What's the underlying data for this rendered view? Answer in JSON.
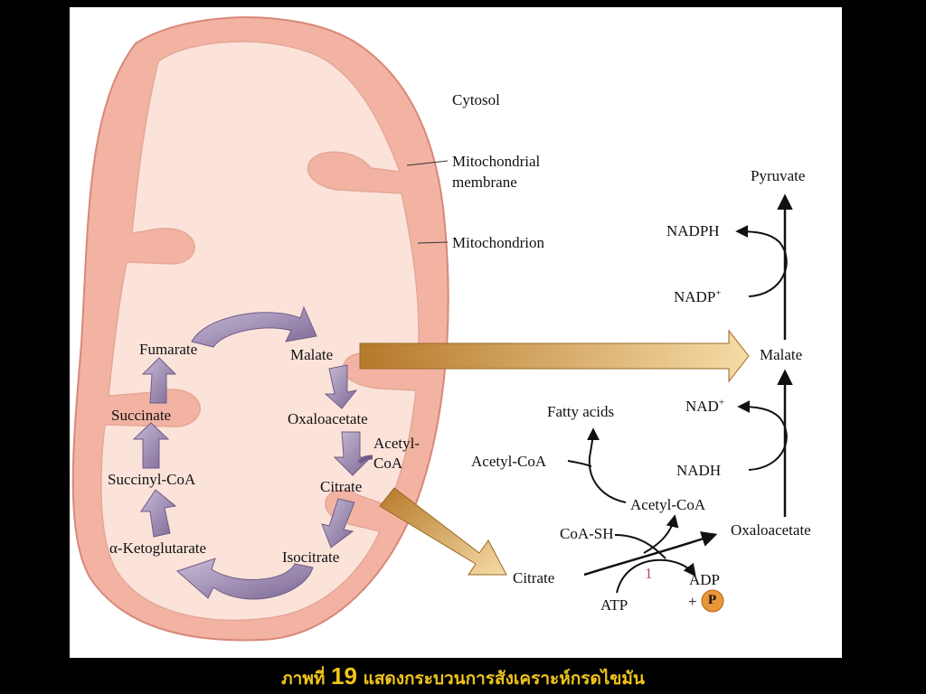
{
  "labels": {
    "cytosol": "Cytosol",
    "mito_membrane_1": "Mitochondrial",
    "mito_membrane_2": "membrane",
    "mitochondrion": "Mitochondrion",
    "fumarate": "Fumarate",
    "malate_in": "Malate",
    "succinate": "Succinate",
    "oxaloacetate_in": "Oxaloacetate",
    "acetyl_1": "Acetyl-",
    "acetyl_2": "CoA",
    "succinyl_coa": "Succinyl-CoA",
    "citrate_in": "Citrate",
    "alpha_ketoglutarate": "α-Ketoglutarate",
    "isocitrate": "Isocitrate",
    "pyruvate": "Pyruvate",
    "nadph": "NADPH",
    "nadp": "NADP",
    "nadp_sup": "+",
    "malate_out": "Malate",
    "nad": "NAD",
    "nad_sup": "+",
    "nadh": "NADH",
    "fatty_acids": "Fatty acids",
    "acetyl_coa_left": "Acetyl-CoA",
    "acetyl_coa_mid": "Acetyl-CoA",
    "coa_sh": "CoA-SH",
    "oxaloacetate_out": "Oxaloacetate",
    "citrate_out": "Citrate",
    "enzyme_num": "1",
    "adp": "ADP",
    "plus": "+",
    "phosphate": "P",
    "atp": "ATP"
  },
  "caption": {
    "prefix": "ภาพที่",
    "number": "19",
    "text": "แสดงกระบวนการสังเคราะห์กรดไขมัน"
  },
  "colors": {
    "outer_membrane": "#f2b3a3",
    "outer_membrane_edge": "#d88878",
    "matrix": "#fbe3da",
    "cycle_arrow": "#9e8bb0",
    "transport_arrow": "#c48a33",
    "caption": "#f0c418",
    "phosphate": "#e9953a",
    "enzyme_num": "#c0437a"
  }
}
